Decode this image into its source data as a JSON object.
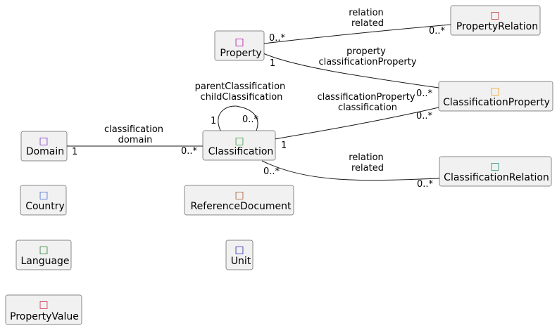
{
  "nodes": {
    "property": {
      "label": "Property",
      "icon": "□",
      "icon_color": "#b5009f"
    },
    "property_relation": {
      "label": "PropertyRelation",
      "icon": "□",
      "icon_color": "#c0302c"
    },
    "classification_property": {
      "label": "ClassificationProperty",
      "icon": "□",
      "icon_color": "#f0a020"
    },
    "classification": {
      "label": "Classification",
      "icon": "□",
      "icon_color": "#2e9a3a"
    },
    "classification_relation": {
      "label": "ClassificationRelation",
      "icon": "□",
      "icon_color": "#1a8a7a"
    },
    "domain": {
      "label": "Domain",
      "icon": "□",
      "icon_color": "#7a2fc0"
    },
    "country": {
      "label": "Country",
      "icon": "□",
      "icon_color": "#3a6ad8"
    },
    "language": {
      "label": "Language",
      "icon": "□",
      "icon_color": "#1f7a1f"
    },
    "property_value": {
      "label": "PropertyValue",
      "icon": "□",
      "icon_color": "#d02850"
    },
    "reference_document": {
      "label": "ReferenceDocument",
      "icon": "□",
      "icon_color": "#a0582a"
    },
    "unit": {
      "label": "Unit",
      "icon": "□",
      "icon_color": "#2020b0"
    }
  },
  "edges": {
    "property_relation": {
      "label_line1": "relation",
      "label_line2": "related",
      "source_mult": "0..*",
      "target_mult": "0..*"
    },
    "property_classification_property": {
      "label_line1": "property",
      "label_line2": "classificationProperty",
      "source_mult": "1",
      "target_mult": "0..*"
    },
    "classification_self": {
      "label_line1": "parentClassification",
      "label_line2": "childClassification",
      "source_mult": "1",
      "target_mult": "0..*"
    },
    "classification_classification_property": {
      "label_line1": "classificationProperty",
      "label_line2": "classification",
      "source_mult": "1",
      "target_mult": "0..*"
    },
    "domain_classification": {
      "label_line1": "classification",
      "label_line2": "domain",
      "source_mult": "1",
      "target_mult": "0..*"
    },
    "classification_relation": {
      "label_line1": "relation",
      "label_line2": "related",
      "source_mult": "0..*",
      "target_mult": "0..*"
    }
  }
}
